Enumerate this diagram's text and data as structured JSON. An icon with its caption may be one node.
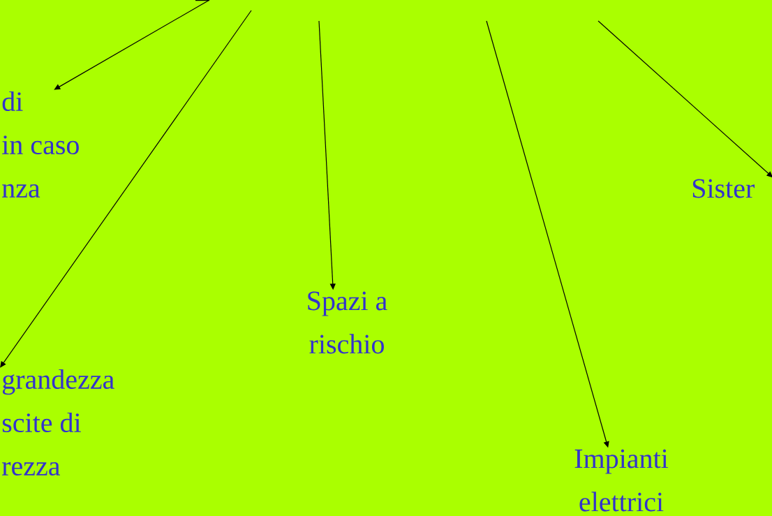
{
  "diagram": {
    "nodes": [
      {
        "text": [
          "di",
          "in caso",
          "nza"
        ]
      },
      {
        "text": [
          "Sister"
        ]
      },
      {
        "text": [
          "Spazi a rischio"
        ]
      },
      {
        "text": [
          "grandezza",
          "scite di",
          "rezza"
        ]
      },
      {
        "text": [
          "Impianti elettrici"
        ]
      }
    ],
    "edges": [
      {
        "from": null,
        "to": 0,
        "arrow": "to"
      },
      {
        "from": null,
        "to": 3,
        "arrow": "to"
      },
      {
        "from": null,
        "to": 2,
        "arrow": "to"
      },
      {
        "from": null,
        "to": 4,
        "arrow": "to"
      },
      {
        "from": null,
        "to": 1,
        "arrow": "to"
      }
    ]
  }
}
